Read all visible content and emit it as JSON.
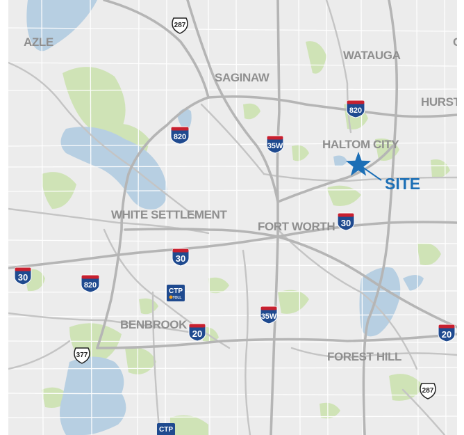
{
  "colors": {
    "land": "#ececec",
    "water": "#b7cfe2",
    "park": "#cfe3b6",
    "road": "#ffffff",
    "highway": "#bdbdbd",
    "label": "#8f8f8f",
    "site": "#1c6fb6",
    "interstate_blue": "#1f4a8f",
    "interstate_red": "#c8202f"
  },
  "cities": {
    "azle": "AZLE",
    "saginaw": "SAGINAW",
    "watauga": "WATAUGA",
    "hurst": "HURST",
    "haltom_city": "HALTOM CITY",
    "white_settlement": "WHITE SETTLEMENT",
    "fort_worth": "FORT WORTH",
    "benbrook": "BENBROOK",
    "forest_hill": "FOREST HILL",
    "edge_c": "C"
  },
  "site": {
    "label": "SITE",
    "icon": "star-icon"
  },
  "shields": {
    "i820_ne": "820",
    "i820_nw": "820",
    "i820_sw": "820",
    "i35w_n": "35W",
    "i35w_s": "35W",
    "i30_e": "30",
    "i30_c": "30",
    "i30_w": "30",
    "i20_c": "20",
    "i20_e": "20",
    "us287_n": "287",
    "us287_se": "287",
    "us377": "377",
    "ctp_1": "CTP",
    "ctp_1_toll": "TOLL",
    "ctp_2": "CTP"
  }
}
